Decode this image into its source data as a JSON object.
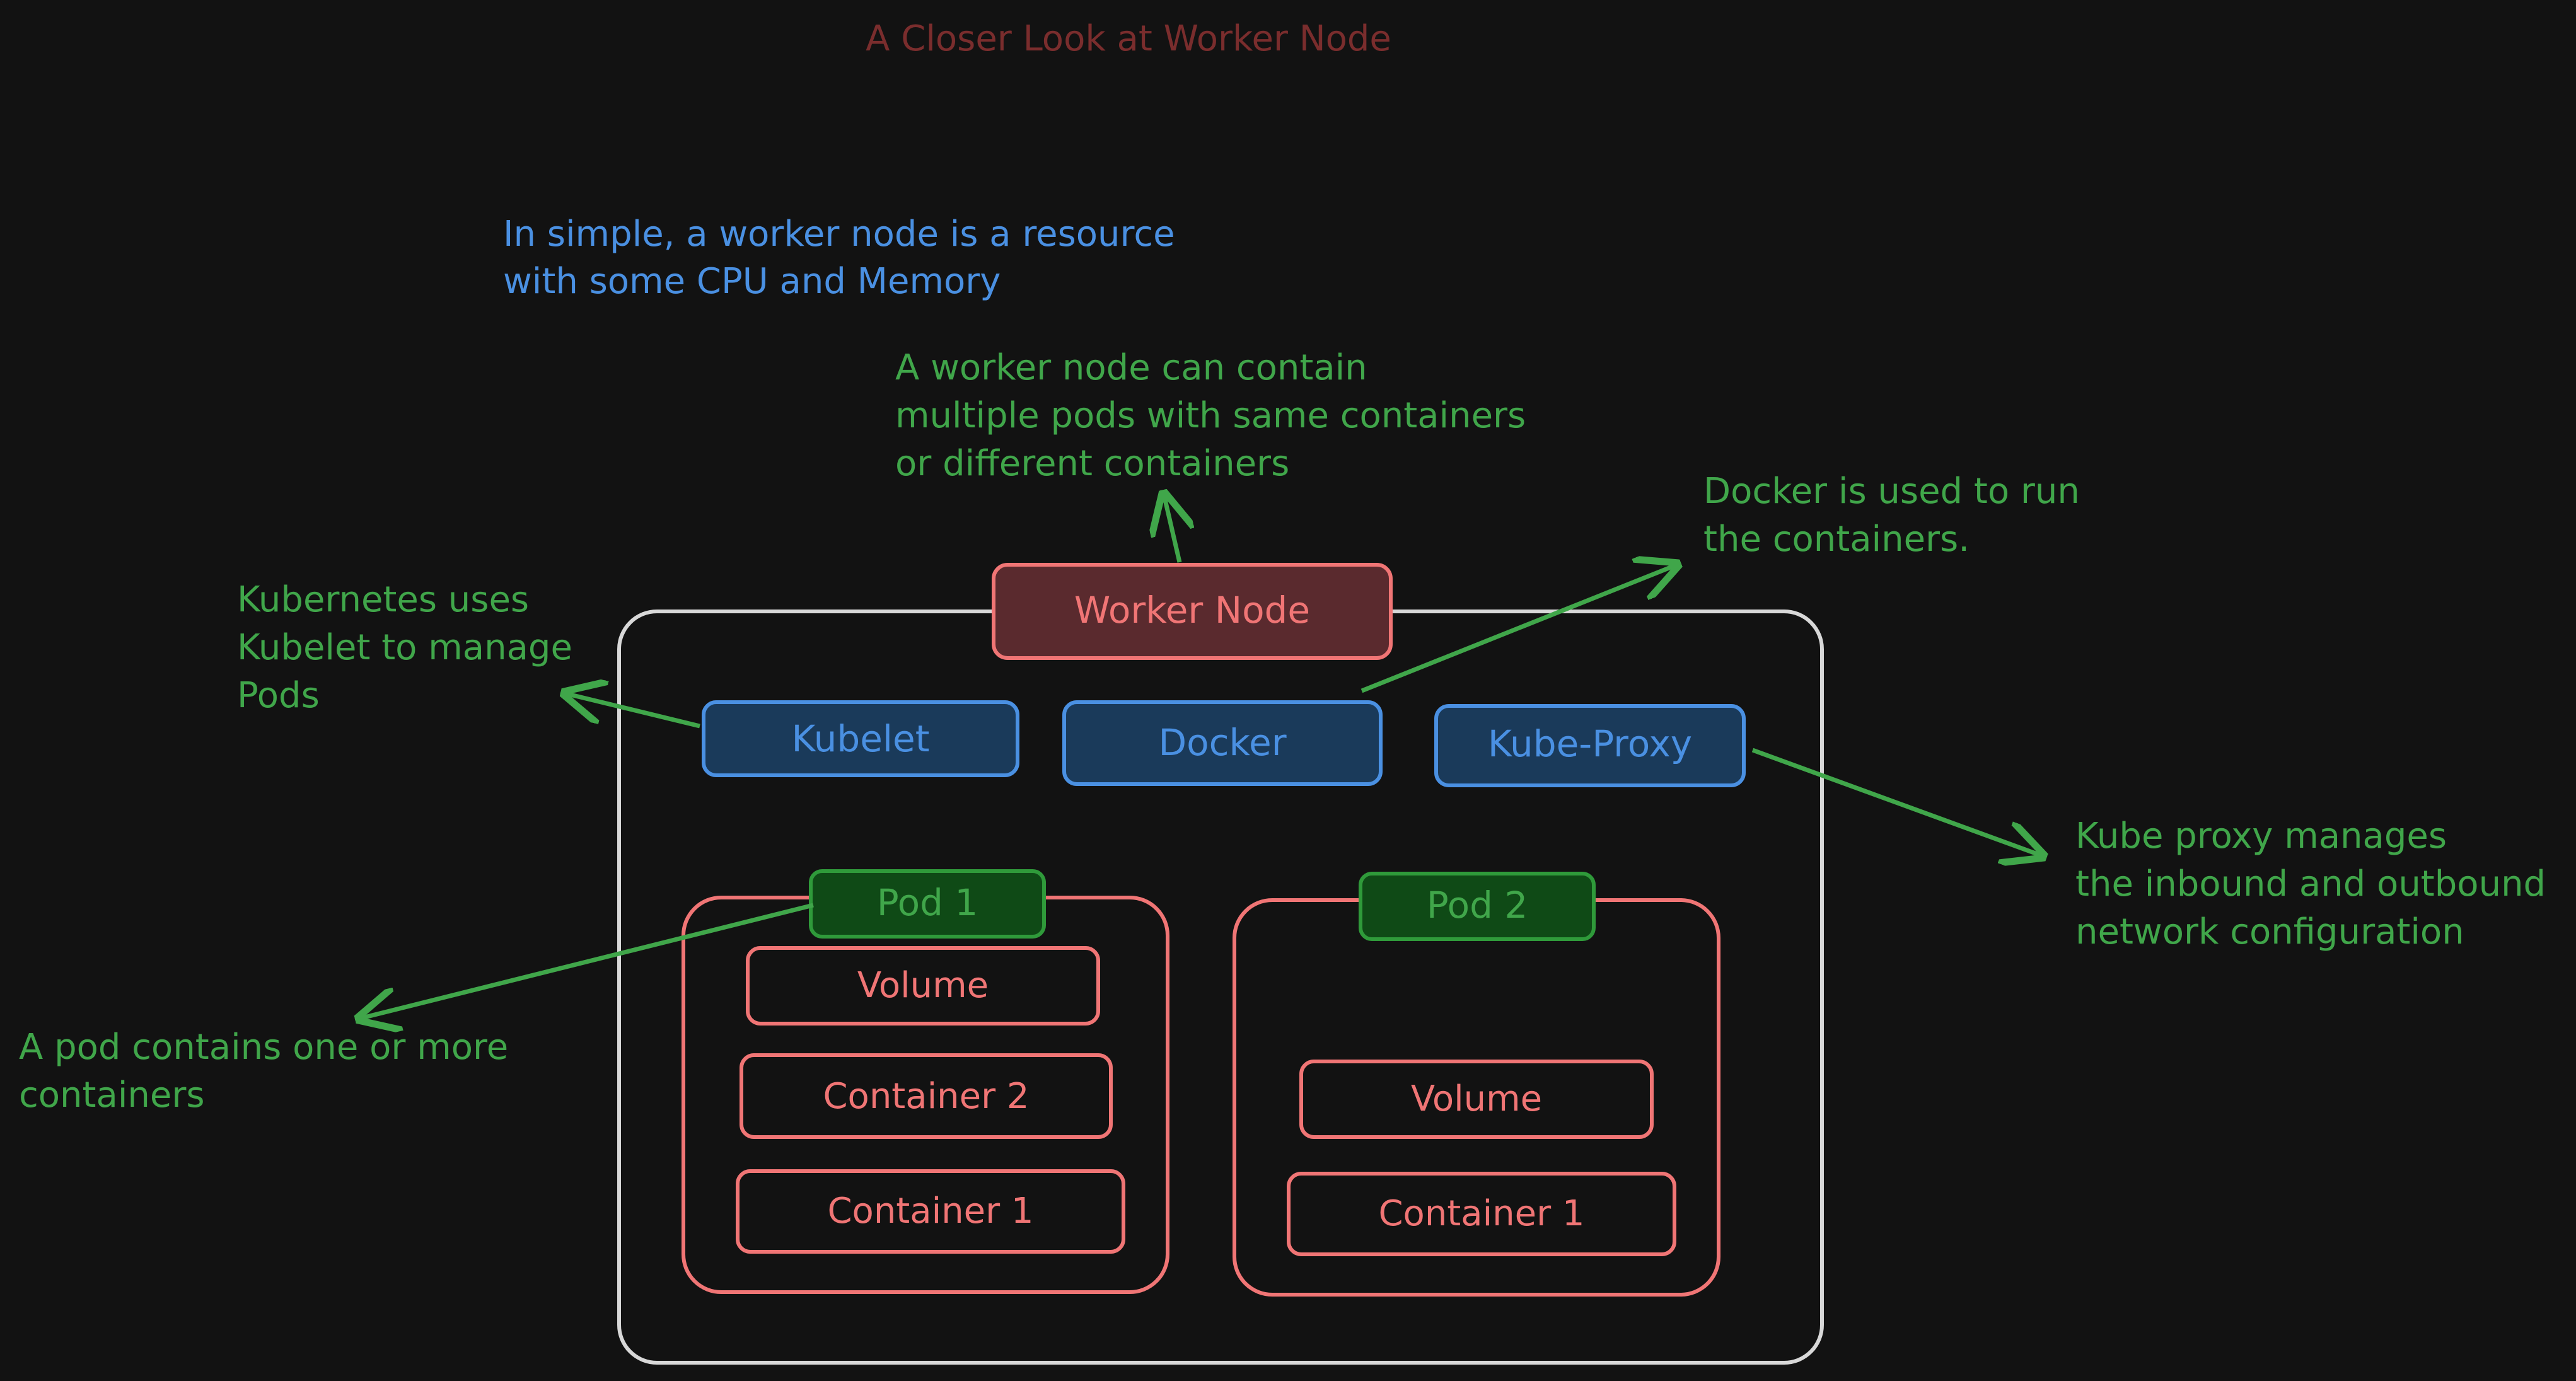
{
  "title": "A Closer Look at Worker Node",
  "notes": {
    "cpu_memory": [
      "In simple, a worker node is a resource",
      "with some CPU and Memory"
    ],
    "pods": [
      "A worker node can contain",
      "multiple pods with same containers",
      "or different containers"
    ],
    "docker": [
      "Docker is used to run",
      "the containers."
    ],
    "kubelet": [
      "Kubernetes uses",
      "Kubelet to manage",
      "Pods"
    ],
    "proxy": [
      "Kube proxy manages",
      "the inbound and outbound",
      "network configuration"
    ],
    "pod": [
      "A pod contains one or more",
      "containers"
    ]
  },
  "worker_node": {
    "label": "Worker Node"
  },
  "components": {
    "kubelet": "Kubelet",
    "docker": "Docker",
    "kube_proxy": "Kube-Proxy"
  },
  "pods": [
    {
      "label": "Pod 1",
      "items": [
        "Volume",
        "Container 2",
        "Container 1"
      ]
    },
    {
      "label": "Pod 2",
      "items": [
        "Volume",
        "Container 1"
      ]
    }
  ],
  "colors": {
    "background": "#121212",
    "title": "#7a2d2d",
    "blue_note": "#4a90e2",
    "green_note": "#40a64a",
    "node_outline": "#d8d8d8",
    "pink_outline": "#f07575",
    "worker_fill": "#5a2a2e",
    "blue_fill": "#1a3a5a",
    "blue_stroke": "#4a90e2",
    "green_fill": "#0f4a16",
    "green_stroke": "#2f9a3a"
  }
}
